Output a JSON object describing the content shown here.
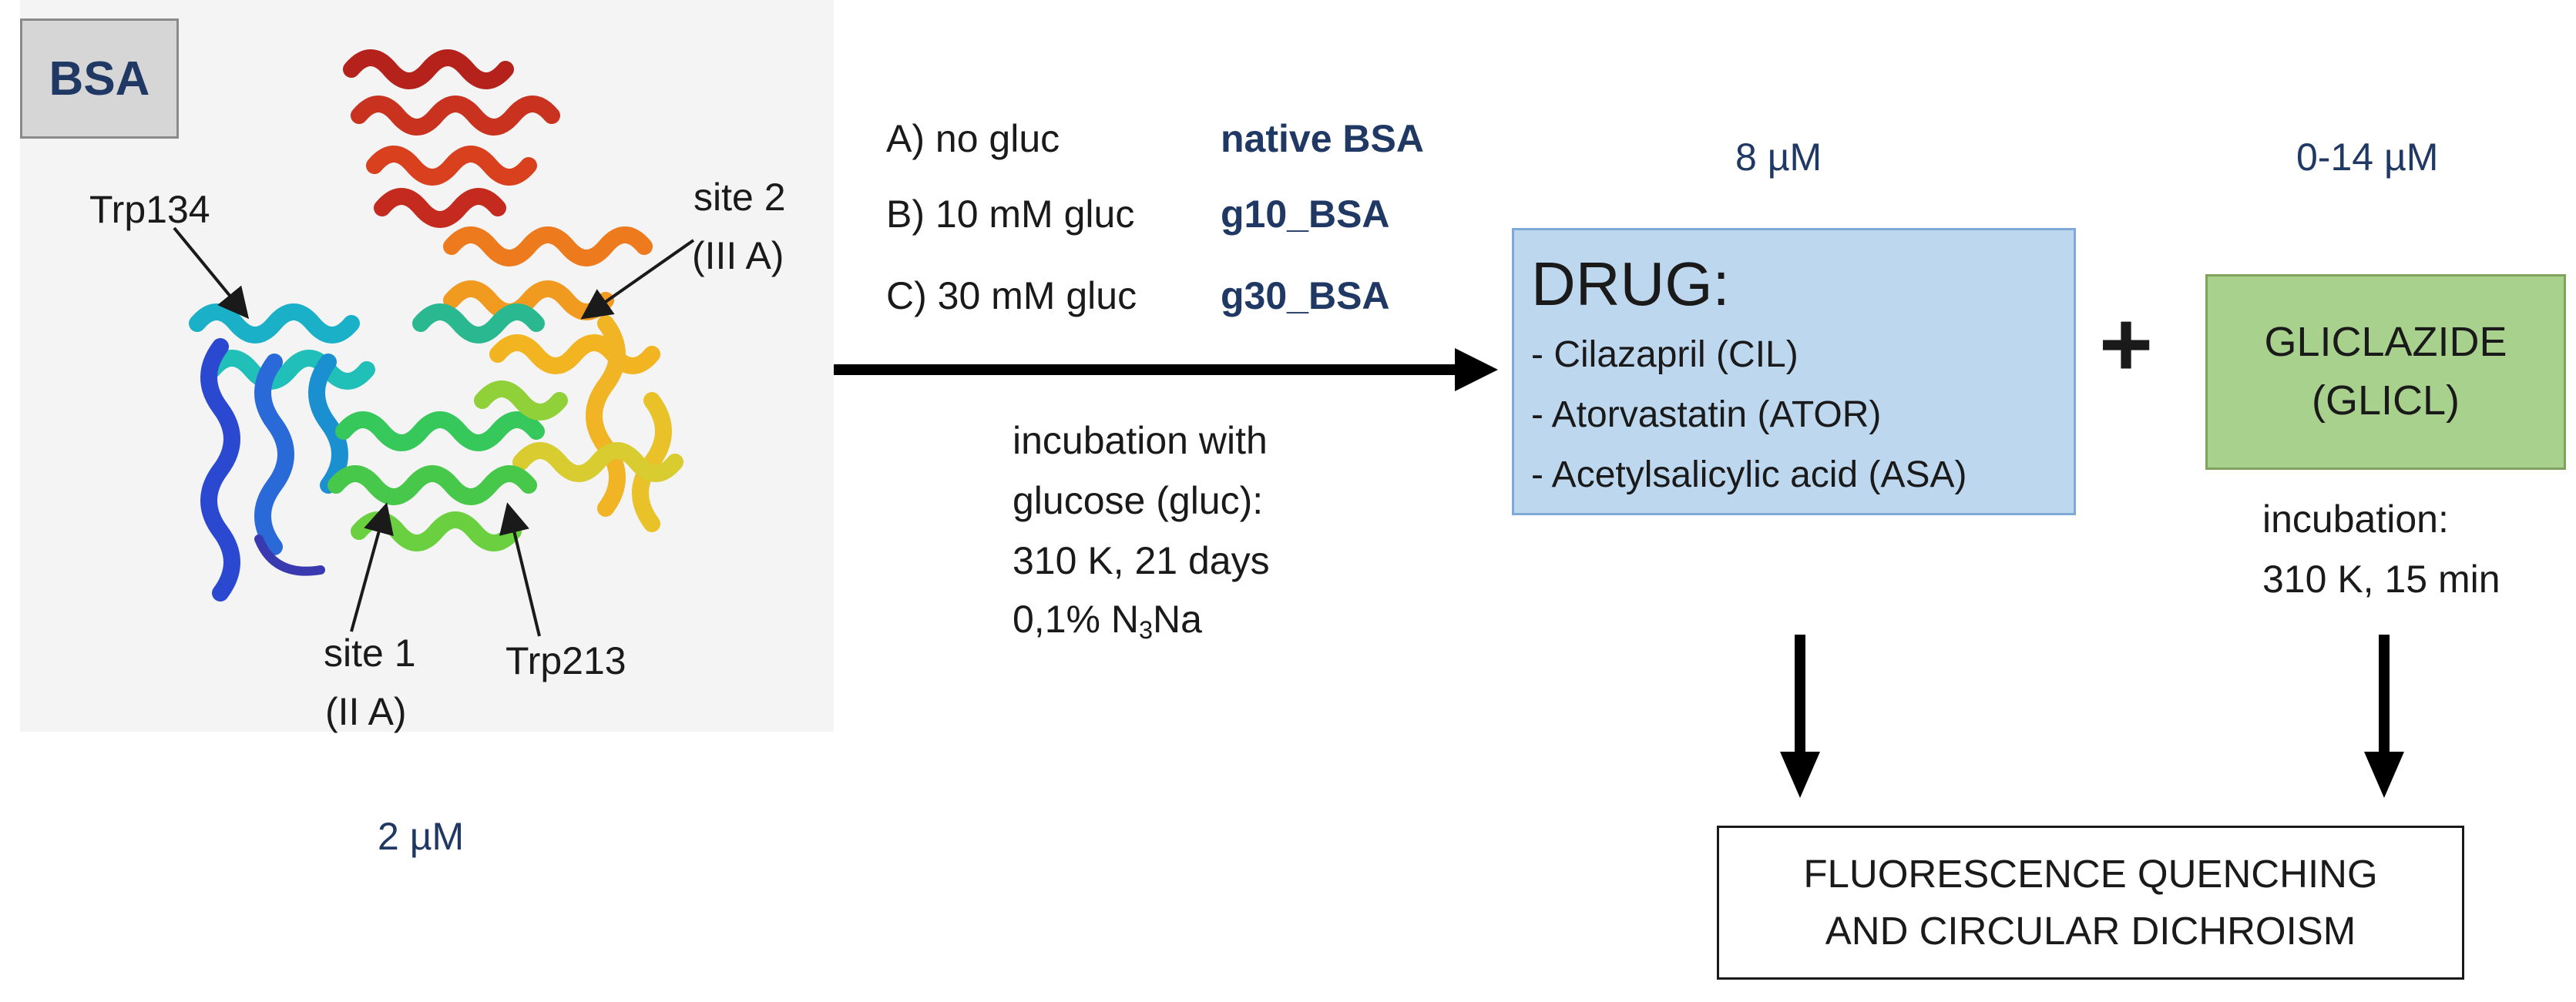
{
  "protein": {
    "name": "BSA",
    "concentration": "2 µM",
    "labels": {
      "trp134": "Trp134",
      "site2_line1": "site 2",
      "site2_line2": "(III A)",
      "site1_line1": "site 1",
      "site1_line2": "(II A)",
      "trp213": "Trp213"
    }
  },
  "conditions": [
    {
      "label": "A) no gluc",
      "sample": "native BSA"
    },
    {
      "label": "B) 10 mM gluc",
      "sample": "g10_BSA"
    },
    {
      "label": "C) 30 mM gluc",
      "sample": "g30_BSA"
    }
  ],
  "incubation_glucose": {
    "line1": "incubation with",
    "line2": "glucose (gluc):",
    "line3": "310 K, 21 days",
    "line4_prefix": "0,1% N",
    "line4_sub": "3",
    "line4_suffix": "Na"
  },
  "drug": {
    "concentration": "8 µM",
    "title": "DRUG:",
    "items": [
      "- Cilazapril (CIL)",
      "- Atorvastatin (ATOR)",
      "- Acetylsalicylic acid (ASA)"
    ]
  },
  "plus_sign": "+",
  "gliclazide": {
    "concentration": "0-14 µM",
    "line1": "GLICLAZIDE",
    "line2": "(GLICL)",
    "incubation_line1": "incubation:",
    "incubation_line2": "310 K, 15 min"
  },
  "result": {
    "line1": "FLUORESCENCE QUENCHING",
    "line2": "AND CIRCULAR DICHROISM"
  }
}
